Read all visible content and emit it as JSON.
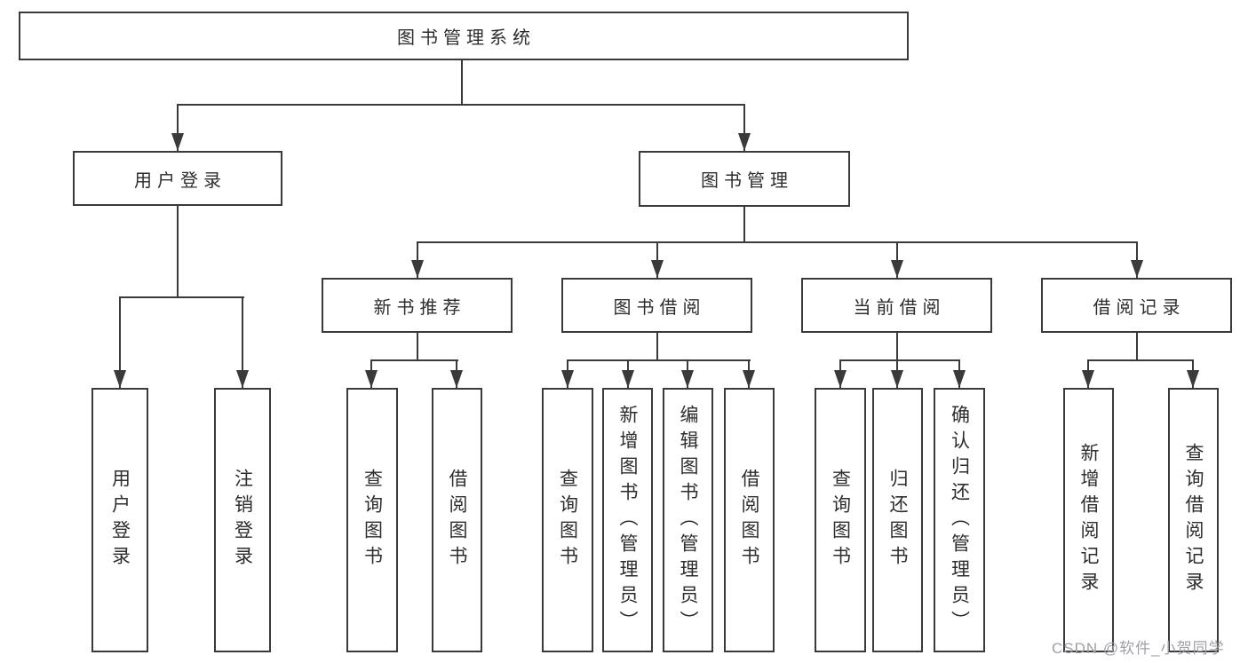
{
  "tree": {
    "root": {
      "label": "图书管理系统",
      "children": [
        {
          "label": "用户登录",
          "children": [
            {
              "label": "用户登录"
            },
            {
              "label": "注销登录"
            }
          ]
        },
        {
          "label": "图书管理",
          "children": [
            {
              "label": "新书推荐",
              "children": [
                {
                  "label": "查询图书"
                },
                {
                  "label": "借阅图书"
                }
              ]
            },
            {
              "label": "图书借阅",
              "children": [
                {
                  "label": "查询图书"
                },
                {
                  "label": "新增图书（管理员）"
                },
                {
                  "label": "编辑图书（管理员）"
                },
                {
                  "label": "借阅图书"
                }
              ]
            },
            {
              "label": "当前借阅",
              "children": [
                {
                  "label": "查询图书"
                },
                {
                  "label": "归还图书"
                },
                {
                  "label": "确认归还（管理员）"
                }
              ]
            },
            {
              "label": "借阅记录",
              "children": [
                {
                  "label": "新增借阅记录"
                },
                {
                  "label": "查询借阅记录"
                }
              ]
            }
          ]
        }
      ]
    }
  },
  "watermark": {
    "text": "CSDN @软件_小贺同学",
    "color": "#9fa0a8"
  },
  "colors": {
    "line": "#3a3a3a",
    "text": "#2d2d2d",
    "background": "#ffffff"
  }
}
